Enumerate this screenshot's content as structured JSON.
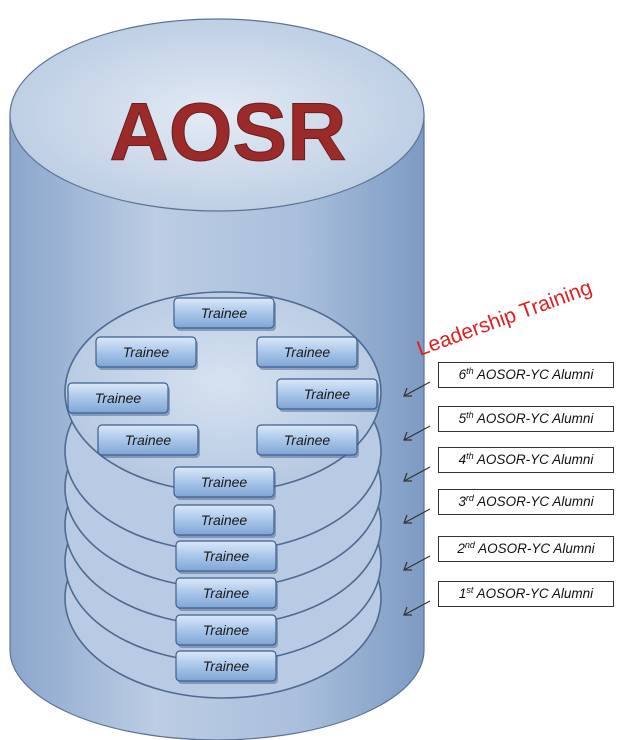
{
  "title": "AOSR",
  "banner": "Leadership Training",
  "trainee_label": "Trainee",
  "alumni": [
    {
      "num": "6",
      "sup": "th",
      "rest": " AOSOR-YC Alumni"
    },
    {
      "num": "5",
      "sup": "th",
      "rest": " AOSOR-YC Alumni"
    },
    {
      "num": "4",
      "sup": "th",
      "rest": " AOSOR-YC Alumni"
    },
    {
      "num": "3",
      "sup": "rd",
      "rest": " AOSOR-YC Alumni"
    },
    {
      "num": "2",
      "sup": "nd",
      "rest": " AOSOR-YC Alumni"
    },
    {
      "num": "1",
      "sup": "st",
      "rest": " AOSOR-YC Alumni"
    }
  ],
  "colors": {
    "cylinder": "#a8bedb",
    "title": "#9b2a2a",
    "banner": "#e02020",
    "disc": "#b9cbe4",
    "trainee_box": "#9fc0e8"
  }
}
